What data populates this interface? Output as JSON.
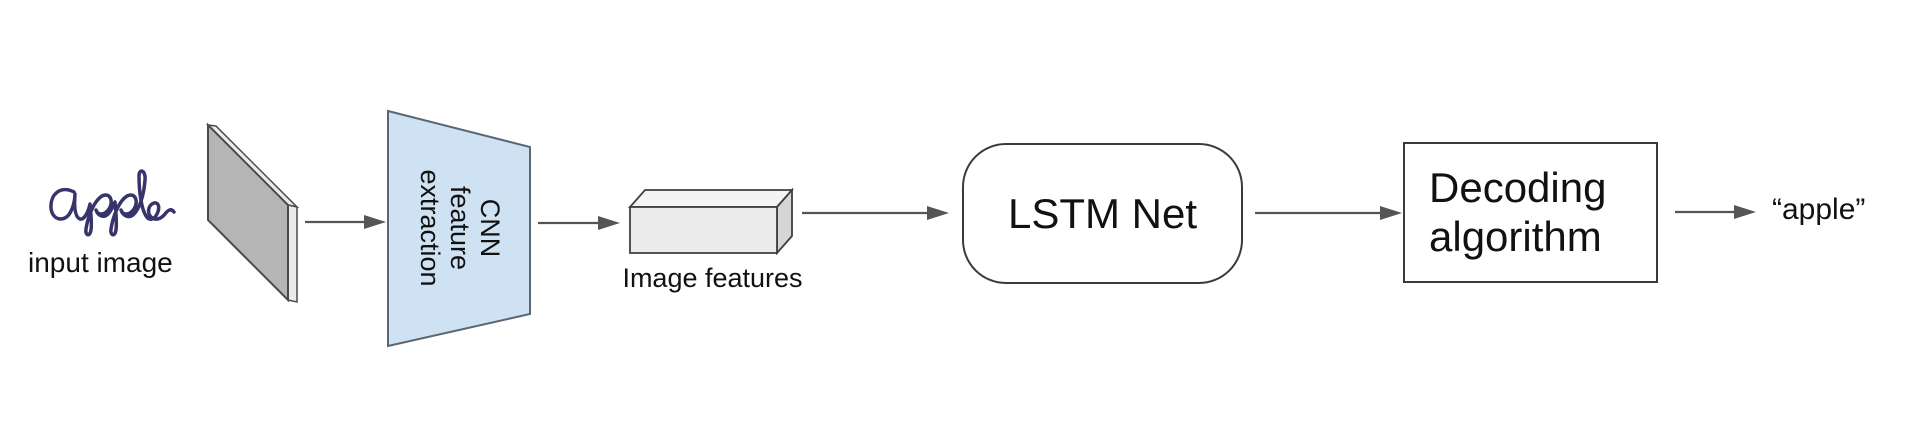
{
  "diagram": {
    "input": {
      "handwritten_word": "apple",
      "caption": "input image"
    },
    "cnn": {
      "label": "CNN\nfeature\nextraction"
    },
    "features": {
      "caption": "Image features"
    },
    "lstm": {
      "label": "LSTM Net"
    },
    "decoder": {
      "label": "Decoding\nalgorithm"
    },
    "output": {
      "label": "“apple”"
    }
  },
  "colors": {
    "background": "#ffffff",
    "cnn_fill": "#cfe2f3",
    "panel_fill": "#b5b5b5",
    "panel_edge_fill": "#ebebeb",
    "box_front": "#ececec",
    "box_top": "#f4f4f4",
    "box_side": "#d6d6d6",
    "node_fill": "#ffffff",
    "node_border": "#3a3a3a",
    "arrow": "#555555",
    "handwriting_ink": "#37336b",
    "text": "#111111"
  }
}
